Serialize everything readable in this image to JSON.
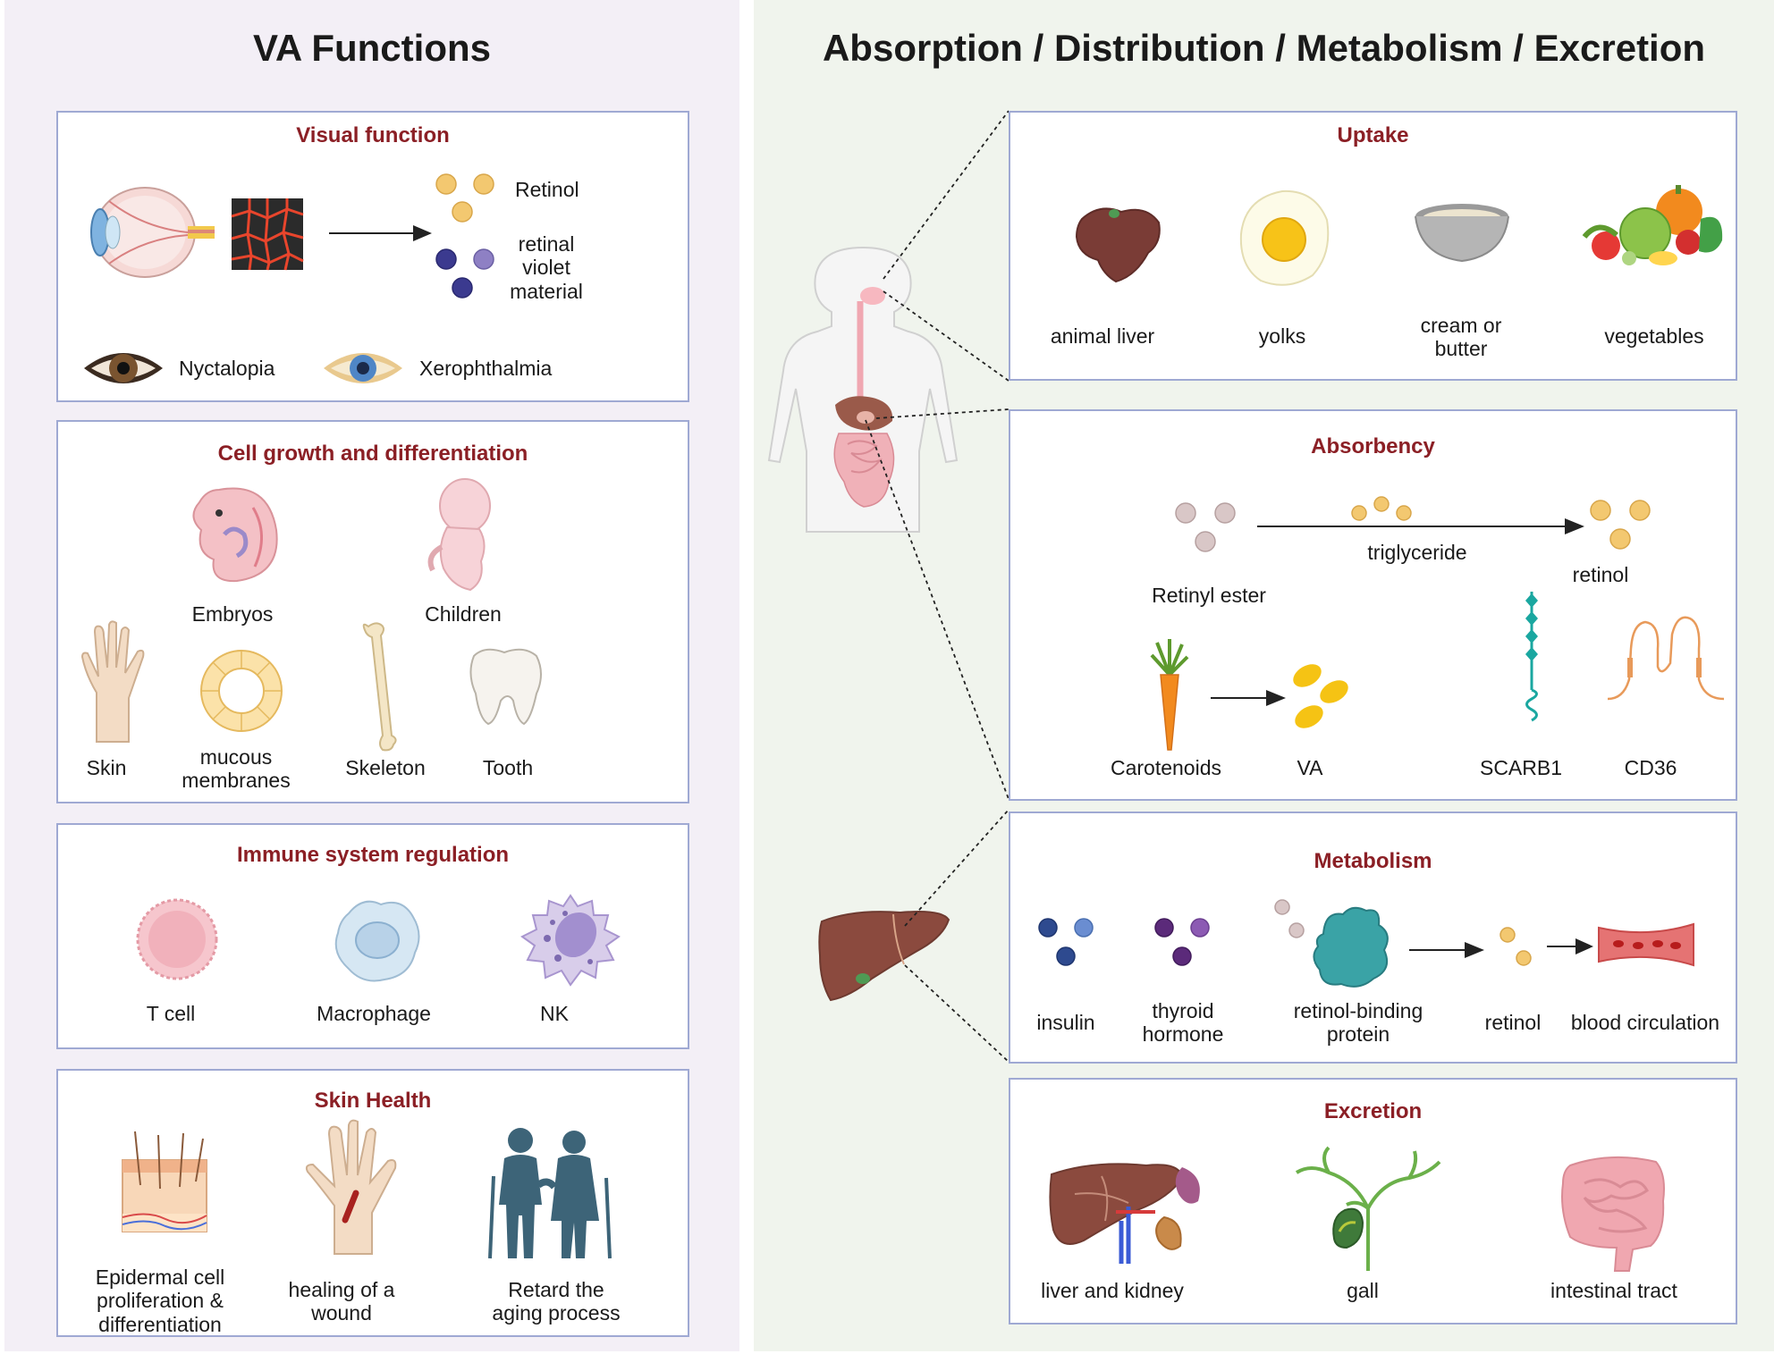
{
  "left": {
    "title": "VA Functions",
    "visual": {
      "title": "Visual function",
      "retinol": "Retinol",
      "retinal_violet": "retinal\nviolet\nmaterial",
      "nyctalopia": "Nyctalopia",
      "xerophthalmia": "Xerophthalmia"
    },
    "cell": {
      "title": "Cell growth and differentiation",
      "embryos": "Embryos",
      "children": "Children",
      "skin": "Skin",
      "mucous": "mucous\nmembranes",
      "skeleton": "Skeleton",
      "tooth": "Tooth"
    },
    "immune": {
      "title": "Immune system regulation",
      "tcell": "T cell",
      "macrophage": "Macrophage",
      "nk": "NK"
    },
    "skin": {
      "title": "Skin Health",
      "epidermal": "Epidermal cell\nproliferation &\ndifferentiation",
      "wound": "healing of a\nwound",
      "aging": "Retard the\naging process"
    }
  },
  "right": {
    "title": "Absorption / Distribution / Metabolism / Excretion",
    "uptake": {
      "title": "Uptake",
      "liver": "animal liver",
      "yolks": "yolks",
      "cream": "cream or\nbutter",
      "vegetables": "vegetables"
    },
    "absorbency": {
      "title": "Absorbency",
      "retinyl": "Retinyl ester",
      "triglyceride": "triglyceride",
      "retinol": "retinol",
      "carotenoids": "Carotenoids",
      "va": "VA",
      "scarb1": "SCARB1",
      "cd36": "CD36"
    },
    "metabolism": {
      "title": "Metabolism",
      "insulin": "insulin",
      "thyroid": "thyroid\nhormone",
      "rbp": "retinol-binding\nprotein",
      "retinol": "retinol",
      "blood": "blood circulation"
    },
    "excretion": {
      "title": "Excretion",
      "liver_kidney": "liver and kidney",
      "gall": "gall",
      "intestinal": "intestinal tract"
    }
  },
  "colors": {
    "box_border": "#9fa9d3",
    "title_red": "#8b1f25",
    "retinol_yellow": "#f3c870",
    "violet": "#3b3a8f",
    "liver_brown": "#8b4a3e"
  }
}
